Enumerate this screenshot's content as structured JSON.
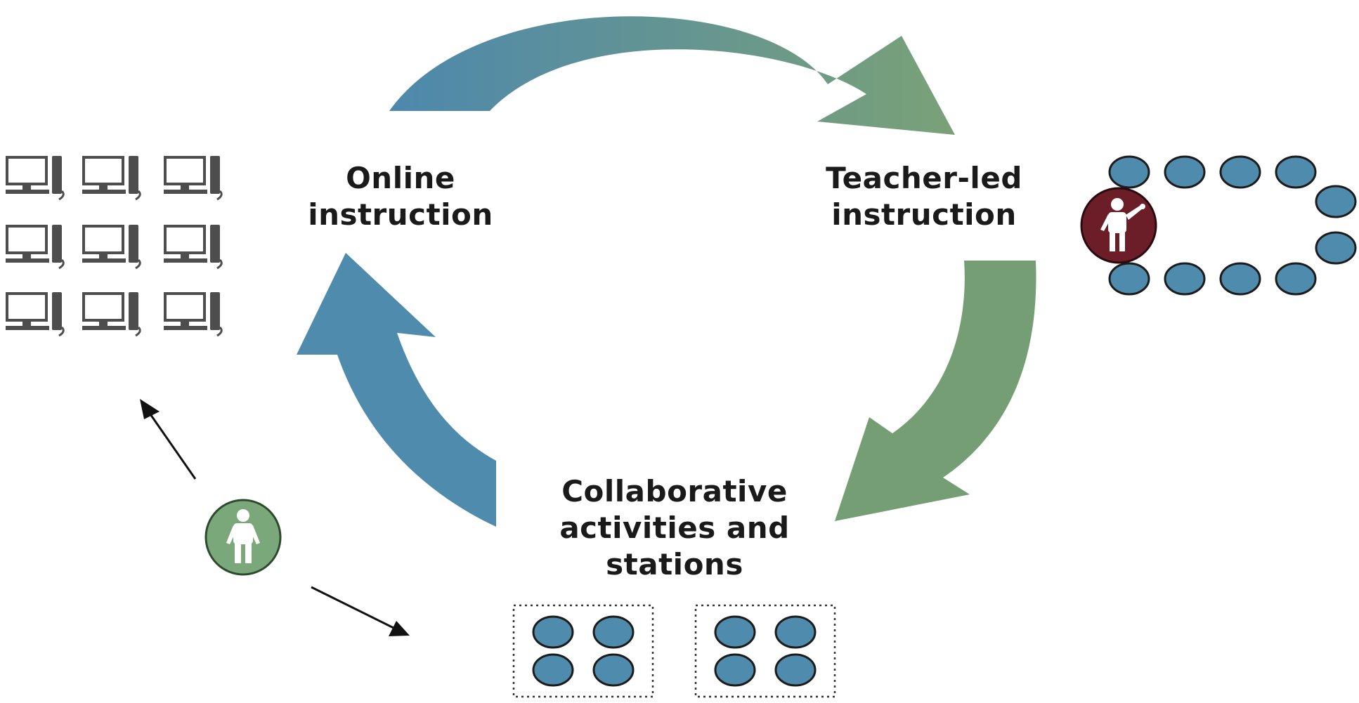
{
  "stations": {
    "online": {
      "lines": [
        "Online",
        "instruction"
      ]
    },
    "teacher_led": {
      "lines": [
        "Teacher-led",
        "instruction"
      ]
    },
    "collaborative": {
      "lines": [
        "Collaborative",
        "activities and",
        "stations"
      ]
    }
  },
  "icons": {
    "computer": "computer-workstation-icon",
    "student": "student-circle-icon",
    "teacher": "teacher-figure-icon",
    "person": "person-figure-icon"
  },
  "colors": {
    "blue": "#4f8bac",
    "green": "#759e74",
    "teacher_circle": "#6b1e28",
    "person_circle": "#7aa87a",
    "computer_gray": "#4d4d4d",
    "text": "#1a1a1a"
  }
}
